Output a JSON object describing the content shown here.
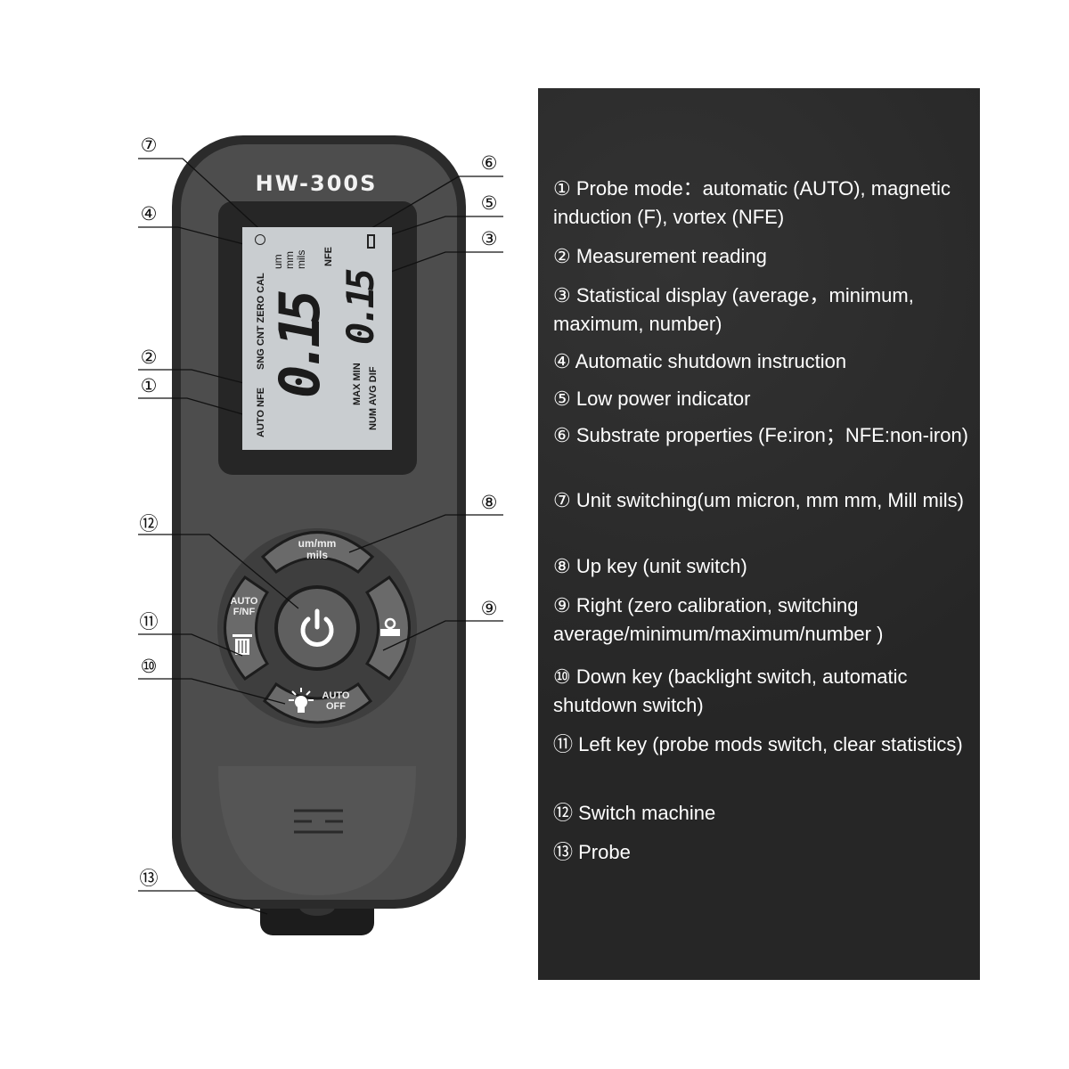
{
  "device": {
    "model": "HW-300S",
    "lcd": {
      "probe_mode": "AUTO NFE",
      "modes": "SNG CNT ZERO CAL",
      "units": [
        "um",
        "mm",
        "mils"
      ],
      "substrate": "NFE",
      "reading": "0.15",
      "stat_reading": "0.15",
      "stat_row1": "MAX MIN",
      "stat_row2": "NUM AVG DIF"
    },
    "keys": {
      "up": [
        "um/mm",
        "mils"
      ],
      "left": [
        "AUTO",
        "F/NF"
      ],
      "down": [
        "AUTO",
        "OFF"
      ]
    }
  },
  "callouts": {
    "c1": "①",
    "c2": "②",
    "c3": "③",
    "c4": "④",
    "c5": "⑤",
    "c6": "⑥",
    "c7": "⑦",
    "c8": "⑧",
    "c9": "⑨",
    "c10": "⑩",
    "c11": "⑪",
    "c12": "⑫",
    "c13": "⑬"
  },
  "legend": [
    "① Probe mode：automatic (AUTO), magnetic induction (F), vortex (NFE)",
    "② Measurement reading",
    "③ Statistical display (average，minimum, maximum, number)",
    "④ Automatic shutdown instruction",
    "⑤ Low power indicator",
    "⑥ Substrate properties (Fe:iron；NFE:non-iron)",
    "⑦ Unit switching(um micron, mm mm, Mill mils)",
    "⑧ Up key (unit switch)",
    "⑨ Right (zero calibration, switching average/minimum/maximum/number )",
    "⑩ Down key (backlight switch, automatic shutdown switch)",
    "⑪ Left key (probe mods switch, clear statistics)",
    "⑫ Switch machine",
    "⑬ Probe"
  ]
}
